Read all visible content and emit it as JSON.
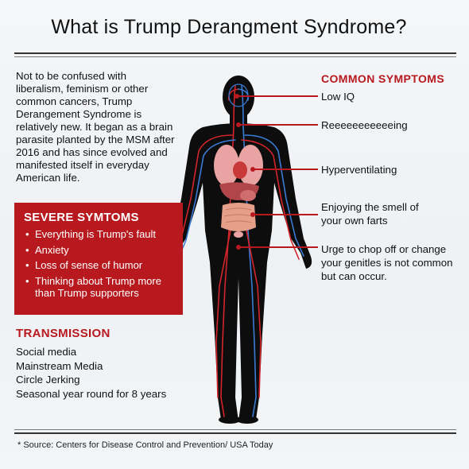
{
  "title": "What is Trump Derangment Syndrome?",
  "intro": "Not to be confused with liberalism, feminism or other common cancers, Trump Derangement Syndrome is relatively new.  It began as a brain parasite planted by the MSM after 2016 and has since evolved and manifested itself in everyday American life.",
  "severe": {
    "heading": "SEVERE SYMTOMS",
    "items": [
      "Everything is Trump's fault",
      "Anxiety",
      "Loss of sense of humor",
      "Thinking about Trump more than Trump supporters"
    ]
  },
  "transmission": {
    "heading": "TRANSMISSION",
    "items": [
      "Social media",
      "Mainstream Media",
      "Circle Jerking",
      "Seasonal year round for 8 years"
    ]
  },
  "common": {
    "heading": "COMMON SYMPTOMS",
    "items": [
      "Low IQ",
      "Reeeeeeeeeeeing",
      "Hyperventilating",
      "Enjoying the smell of your own farts",
      "Urge to chop off or change your genitles is not common but can occur."
    ]
  },
  "source": "* Source: Centers for Disease Control and Prevention/ USA Today",
  "colors": {
    "accent_red": "#b7191e",
    "body_black": "#0d0d0d",
    "artery_red": "#d3252b",
    "vein_blue": "#3a7bd5",
    "organ_pink": "#e9a3a3"
  }
}
